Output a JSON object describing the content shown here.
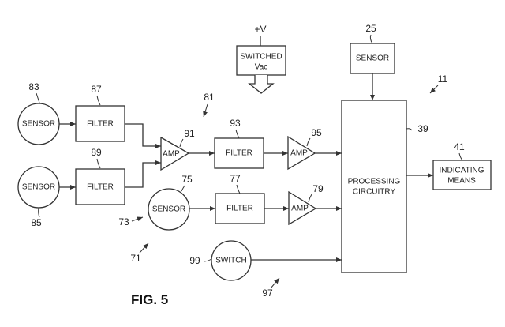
{
  "figure_label": "FIG. 5",
  "system_ref": "11",
  "power": {
    "supply_label": "+V",
    "box_line1": "SWITCHED",
    "box_line2": "Vac"
  },
  "sensor_25": {
    "ref": "25",
    "label": "SENSOR"
  },
  "processing": {
    "ref": "39",
    "line1": "PROCESSING",
    "line2": "CIRCUITRY"
  },
  "indicating": {
    "ref": "41",
    "line1": "INDICATING",
    "line2": "MEANS"
  },
  "channel_81": {
    "ref": "81",
    "sensor_a": {
      "ref": "83",
      "label": "SENSOR"
    },
    "filter_a": {
      "ref": "87",
      "label": "FILTER"
    },
    "sensor_b": {
      "ref": "85",
      "label": "SENSOR"
    },
    "filter_b": {
      "ref": "89",
      "label": "FILTER"
    },
    "amp_1": {
      "ref": "91",
      "label": "AMP"
    },
    "filter_2": {
      "ref": "93",
      "label": "FILTER"
    },
    "amp_2": {
      "ref": "95",
      "label": "AMP"
    }
  },
  "channel_71": {
    "ref": "71",
    "sensor_ref_arrow": "73",
    "sensor": {
      "ref": "75",
      "label": "SENSOR"
    },
    "filter": {
      "ref": "77",
      "label": "FILTER"
    },
    "amp": {
      "ref": "79",
      "label": "AMP"
    }
  },
  "channel_97": {
    "ref": "97",
    "switch": {
      "ref": "99",
      "label": "SWITCH"
    }
  }
}
